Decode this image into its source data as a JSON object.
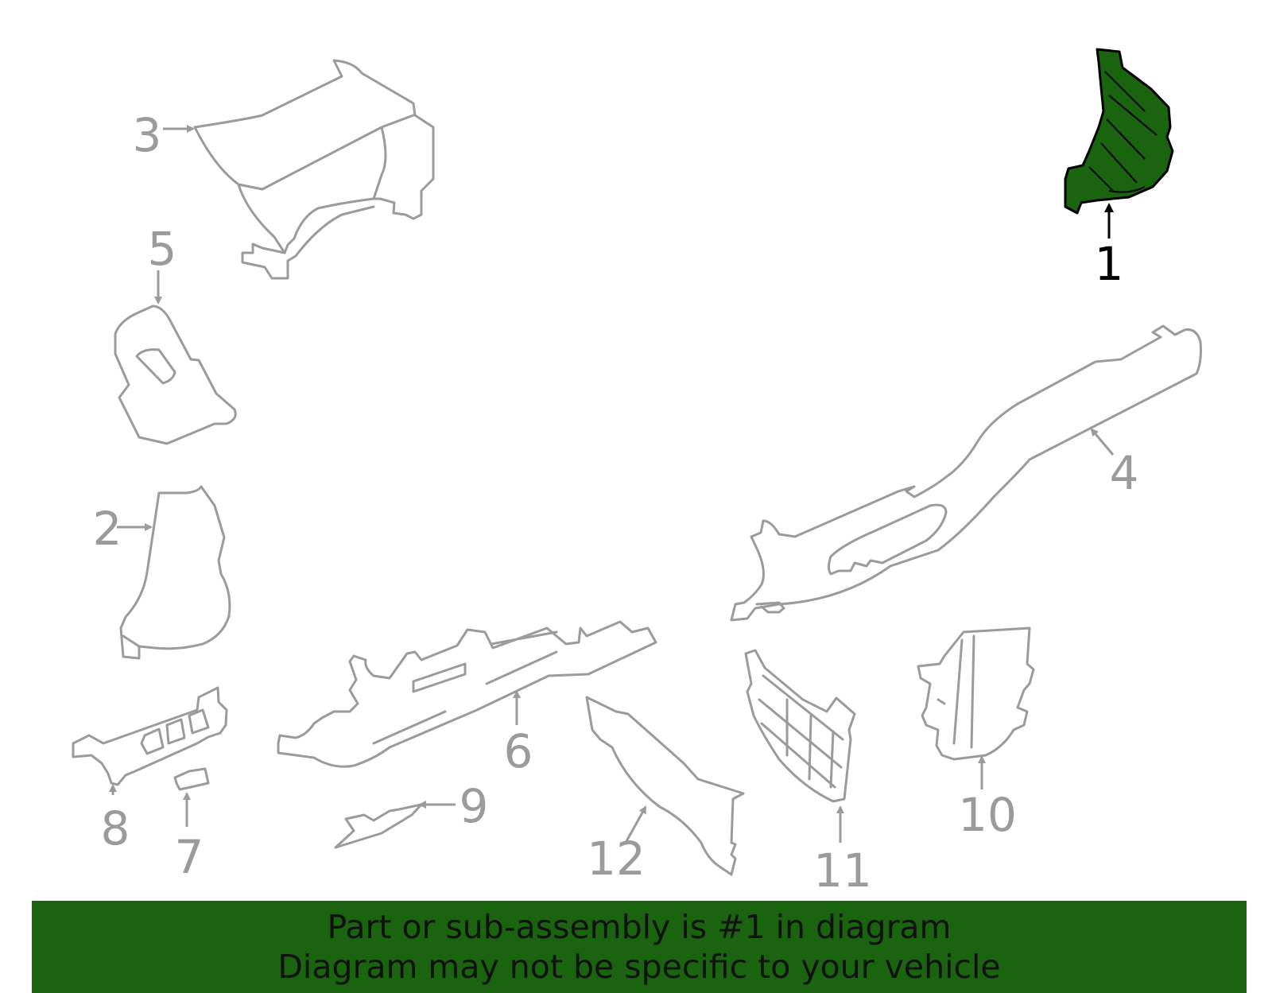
{
  "diagram": {
    "highlight_color": "#1a6410",
    "part_stroke_color": "#9b9b9b",
    "callouts": {
      "c1": "1",
      "c2": "2",
      "c3": "3",
      "c4": "4",
      "c5": "5",
      "c6": "6",
      "c7": "7",
      "c8": "8",
      "c9": "9",
      "c10": "10",
      "c11": "11",
      "c12": "12"
    }
  },
  "banner": {
    "background": "#1a6410",
    "line1": "Part or sub-assembly is #1 in diagram",
    "line2": "Diagram may not be specific to your vehicle"
  }
}
